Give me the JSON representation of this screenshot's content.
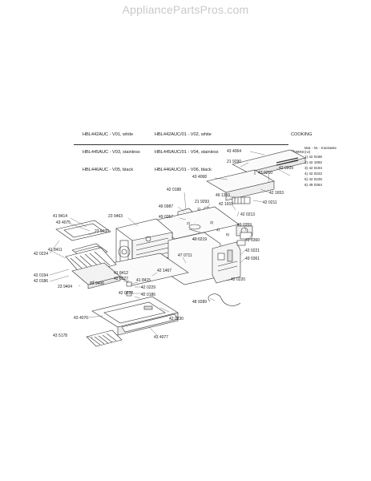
{
  "watermark": "AppliancePartsPros.com",
  "header": {
    "left": [
      "HBL442AUC - V01, white",
      "HBL445AUC - V03, stainless",
      "HBL446AUC - V05, black"
    ],
    "middle": [
      "HBL442AUC/01 - V02, white",
      "HBL445AUC/01 - V04, stainless",
      "HBL446AUC/01 - V06, black"
    ],
    "category": "COOKING",
    "subcategory": "Ovens"
  },
  "legend": {
    "header_line1": "Mat. - Nr. - Konstante",
    "header_line2": "(nv)",
    "items": [
      "1) 42 0186",
      "2) 42 1682",
      "3) 42 0194",
      "4) 42 0222",
      "5) 42 0225",
      "6) 49 0364"
    ]
  },
  "callouts": [
    "43 4064",
    "21 9290",
    "42 0209",
    "42 0210",
    "43 4068",
    "42 1653",
    "42 0188",
    "49 1310",
    "42 0211",
    "49 0987",
    "21 9293",
    "42 1910",
    "42 0213",
    "49 0357",
    "49 0359",
    "49 0360",
    "41 8414",
    "43 4075",
    "23 9463",
    "23 9400",
    "42 0219",
    "42 0221",
    "49 0361",
    "42 0224",
    "41 8411",
    "47 0711",
    "42 0194",
    "42 0186",
    "23 9404",
    "42 1467",
    "42 0220",
    "41 8412",
    "42 0227",
    "23 9406",
    "41 8415",
    "42 0229",
    "42 0228",
    "42 0186",
    "48 9289",
    "42 0230",
    "43 4076",
    "43 5178",
    "43 4077"
  ],
  "marks": [
    "1)",
    "2)",
    "3)",
    "4)",
    "5)"
  ]
}
